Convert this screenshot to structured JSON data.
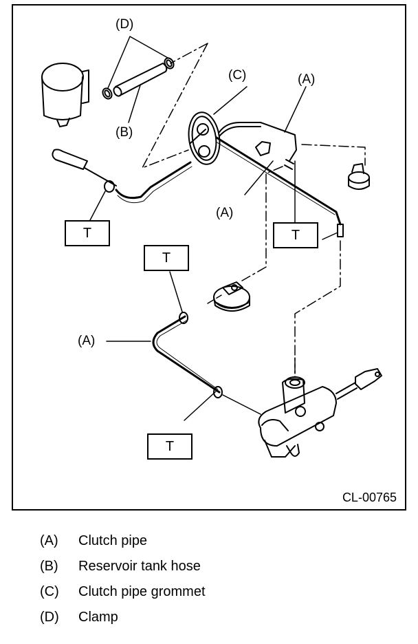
{
  "figure": {
    "id": "CL-00765",
    "callouts": {
      "D": "(D)",
      "B": "(B)",
      "C": "(C)",
      "A_top": "(A)",
      "A_mid": "(A)",
      "A_left": "(A)"
    },
    "torque_boxes": [
      "T",
      "T",
      "T",
      "T"
    ]
  },
  "legend": [
    {
      "key": "(A)",
      "label": "Clutch pipe"
    },
    {
      "key": "(B)",
      "label": "Reservoir tank hose"
    },
    {
      "key": "(C)",
      "label": "Clutch pipe grommet"
    },
    {
      "key": "(D)",
      "label": "Clamp"
    }
  ]
}
